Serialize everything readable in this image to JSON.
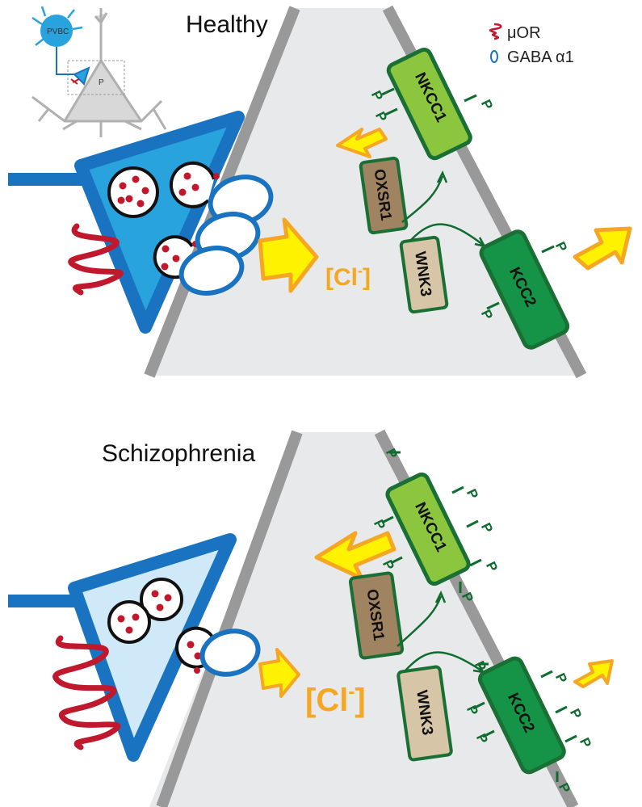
{
  "panels": {
    "healthy": {
      "title": "Healthy",
      "chloride": "[Cl",
      "chloride_sup": "-",
      "chloride_close": "]"
    },
    "schizophrenia": {
      "title": "Schizophrenia",
      "chloride": "[Cl",
      "chloride_sup": "-",
      "chloride_close": "]"
    }
  },
  "legend": {
    "mu_opioid_receptor": "μOR",
    "gaba_a_alpha1": "GABA α1"
  },
  "proteins": {
    "nkcc1": "NKCC1",
    "kcc2": "KCC2",
    "oxsr1": "OXSR1",
    "wnk3": "WNK3"
  },
  "phospho": "P",
  "inset": {
    "pvbc": "PVBC",
    "pyramidal": "P"
  },
  "colors": {
    "membrane": "#999999",
    "cytoplasm": "#e8e9eb",
    "terminal_healthy": "#29a3dd",
    "terminal_schizophrenia": "#cfe9f8",
    "terminal_edge": "#1a73c1",
    "receptor_muor": "#c0192e",
    "nkcc1": "#8cc63f",
    "kcc2": "#159447",
    "kinase": "#a08361",
    "kinase_light": "#d7c5a7",
    "arrow_fill": "#fff200",
    "arrow_edge": "#f5a623",
    "phospho_green": "#0f6b2e"
  }
}
